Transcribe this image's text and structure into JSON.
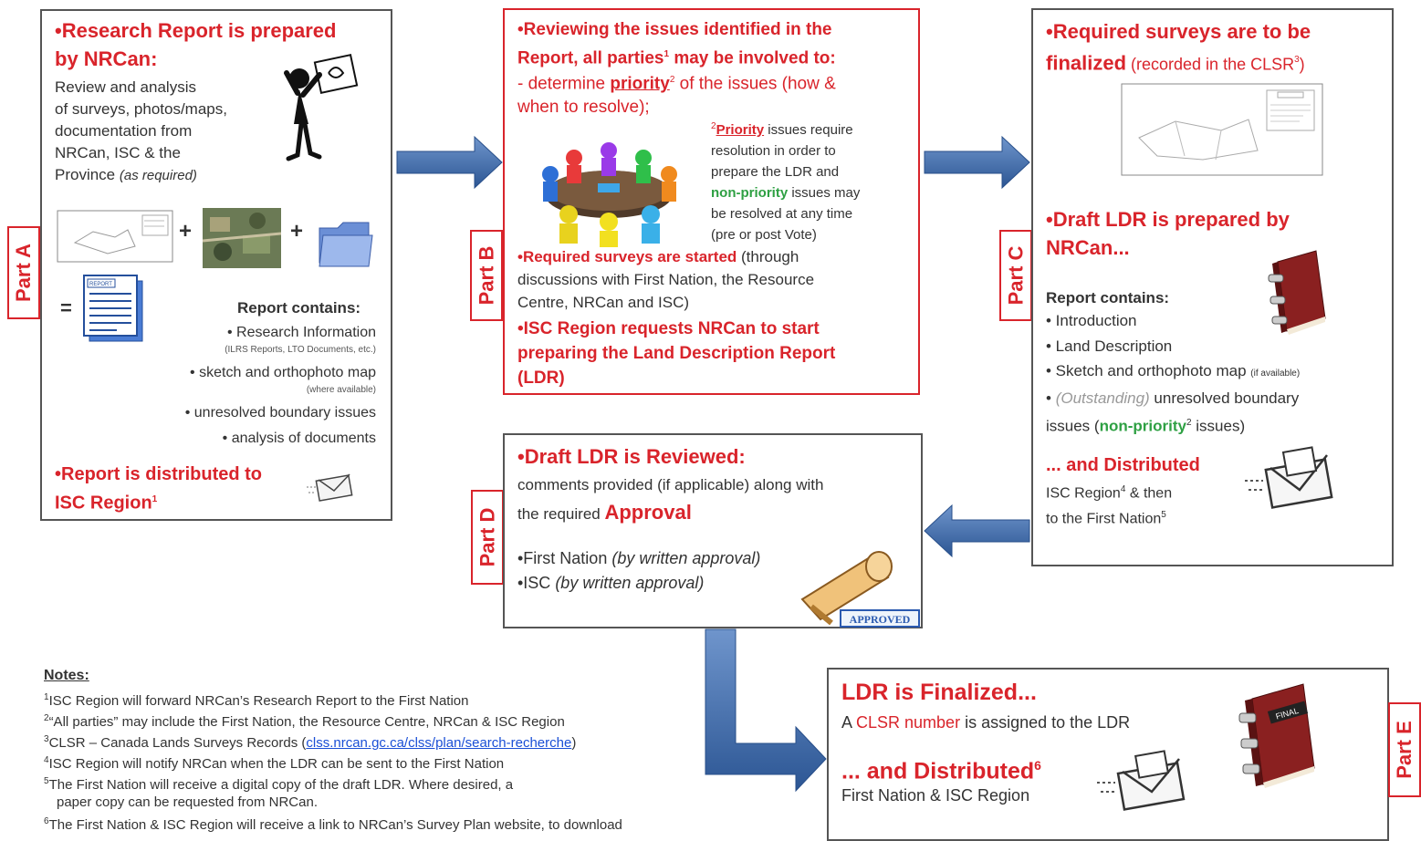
{
  "partA": {
    "tab": "Part A",
    "heading1": "•Research Report is prepared",
    "heading2": "by NRCan:",
    "review_lines": [
      "Review and analysis",
      "of surveys, photos/maps,",
      "documentation from",
      "NRCan, ISC & the",
      "Province"
    ],
    "as_required": "(as required)",
    "report_contains": "Report contains:",
    "items": [
      "• Research Information",
      "• sketch and orthophoto map",
      "• unresolved boundary issues",
      "• analysis of documents"
    ],
    "item1_sub": "(ILRS Reports, LTO Documents, etc.)",
    "item2_sub": "(where available)",
    "distributed1": "•Report is distributed to",
    "distributed2": "ISC Region",
    "distributed_sup": "1",
    "report_doc_label": "REPORT",
    "plus": "+",
    "equals": "="
  },
  "partB": {
    "tab": "Part B",
    "head1": "•Reviewing the issues identified in the",
    "head2": "Report, all parties",
    "head2_sup": "1",
    "head2_end": " may be involved to:",
    "determine_pre": "- determine ",
    "determine_word": "priority",
    "determine_sup": "2",
    "determine_post": " of the issues (how &",
    "determine_line2": "when to resolve);",
    "prio_sup": "2",
    "prio_word": "Priority",
    "prio_lines": [
      " issues require",
      "resolution in order to",
      "prepare the LDR and"
    ],
    "nonprio_word": "non-priority",
    "nonprio_rest": " issues may",
    "prio_lines2": [
      "be resolved at any time",
      "(pre or post Vote)"
    ],
    "surveys_red": "•Required surveys are started",
    "surveys_rest": " (through",
    "surveys_lines": [
      "discussions with First Nation, the Resource",
      "Centre, NRCan and ISC)"
    ],
    "isc_lines": [
      "•ISC Region requests NRCan to start",
      "preparing the Land Description Report",
      "(LDR)"
    ]
  },
  "partC": {
    "tab": "Part C",
    "head1": "•Required surveys are to be",
    "head2_bold": "finalized",
    "head2_rest": " (recorded in the CLSR",
    "head2_sup": "3",
    "head2_end": ")",
    "draft1": "•Draft LDR is prepared by",
    "draft2": "NRCan...",
    "report_contains": "Report contains:",
    "items": [
      "• Introduction",
      "• Land Description",
      "• Sketch and orthophoto map"
    ],
    "item3_small": "(if available)",
    "item4_bullet": "• ",
    "item4_outstanding": "(Outstanding)",
    "item4_rest": " unresolved boundary",
    "item4_line2_pre": "issues (",
    "item4_nonprio": "non-priority",
    "item4_sup": "2",
    "item4_end": " issues)",
    "distributed": "... and Distributed",
    "dist_line1": "ISC Region",
    "dist_line1_sup": "4",
    "dist_line1_end": " & then",
    "dist_line2": "to the First Nation",
    "dist_line2_sup": "5"
  },
  "partD": {
    "tab": "Part D",
    "head": "•Draft LDR is Reviewed:",
    "line1": "comments provided (if applicable) along with",
    "line2_pre": "the required ",
    "line2_word": "Approval",
    "fn": "•First Nation",
    "fn_it": " (by written approval)",
    "isc": "•ISC",
    "isc_it": " (by written approval)",
    "stamp": "APPROVED"
  },
  "partE": {
    "tab": "Part E",
    "head": "LDR is Finalized...",
    "line_pre": "A ",
    "line_red": "CLSR number",
    "line_post": " is assigned to the LDR",
    "distributed": "... and Distributed",
    "dist_sup": "6",
    "dist_line": "First Nation & ISC Region",
    "book_label": "FINAL"
  },
  "notes": {
    "title": "Notes:",
    "n1": "ISC Region will forward NRCan’s Research Report to the First Nation",
    "n2": "“All parties” may include the First Nation, the Resource Centre, NRCan & ISC Region",
    "n3_pre": "CLSR – Canada Lands Surveys Records (",
    "n3_link": "clss.nrcan.gc.ca/clss/plan/search-recherche",
    "n3_post": ")",
    "n4": "ISC Region will notify NRCan when the LDR can be sent to the First Nation",
    "n5a": "The First Nation will receive a digital copy of the draft LDR.  Where desired, a",
    "n5b": "paper copy can be requested from NRCan.",
    "n6": "The First Nation & ISC Region will receive a link to NRCan’s Survey Plan website, to download",
    "sups": [
      "1",
      "2",
      "3",
      "4",
      "5",
      "6"
    ]
  },
  "colors": {
    "red": "#d9242b",
    "green": "#2ea043",
    "arrow": "#3d6aa8",
    "link": "#1a4fd6"
  }
}
